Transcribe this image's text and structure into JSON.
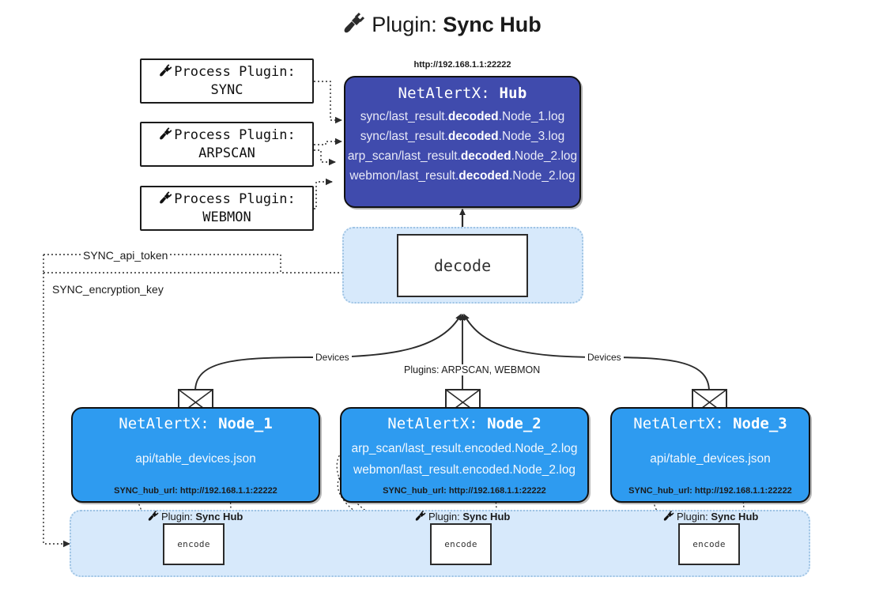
{
  "title": {
    "prefix": "Plugin: ",
    "name": "Sync Hub",
    "icon": "plug-icon"
  },
  "process_plugins": [
    {
      "label": "Process Plugin:",
      "name": "SYNC"
    },
    {
      "label": "Process Plugin:",
      "name": "ARPSCAN"
    },
    {
      "label": "Process Plugin:",
      "name": "WEBMON"
    }
  ],
  "hub": {
    "url": "http://192.168.1.1:22222",
    "header_prefix": "NetAlertX: ",
    "header_name": "Hub",
    "logs": [
      {
        "pre": "sync/last_result.",
        "mid": "decoded",
        "post": ".Node_1.log"
      },
      {
        "pre": "sync/last_result.",
        "mid": "decoded",
        "post": ".Node_3.log"
      },
      {
        "pre": "arp_scan/last_result.",
        "mid": "decoded",
        "post": ".Node_2.log"
      },
      {
        "pre": "webmon/last_result.",
        "mid": "decoded",
        "post": ".Node_2.log"
      }
    ]
  },
  "decode": {
    "label": "decode"
  },
  "settings": {
    "api_token": "SYNC_api_token",
    "encryption_key": "SYNC_encryption_key"
  },
  "edge_labels": {
    "left_devices": "Devices",
    "center_plugins": "Plugins: ARPSCAN, WEBMON",
    "right_devices": "Devices"
  },
  "nodes": [
    {
      "header_prefix": "NetAlertX: ",
      "header_name": "Node_1",
      "lines": [
        "api/table_devices.json"
      ],
      "foot": "SYNC_hub_url: http://192.168.1.1:22222",
      "plugin_caption_prefix": "Plugin: ",
      "plugin_caption_name": "Sync Hub",
      "encode_label": "encode"
    },
    {
      "header_prefix": "NetAlertX: ",
      "header_name": "Node_2",
      "lines": [
        "arp_scan/last_result.encoded.Node_2.log",
        "webmon/last_result.encoded.Node_2.log"
      ],
      "foot": "SYNC_hub_url: http://192.168.1.1:22222",
      "plugin_caption_prefix": "Plugin: ",
      "plugin_caption_name": "Sync Hub",
      "encode_label": "encode"
    },
    {
      "header_prefix": "NetAlertX: ",
      "header_name": "Node_3",
      "lines": [
        "api/table_devices.json"
      ],
      "foot": "SYNC_hub_url: http://192.168.1.1:22222",
      "plugin_caption_prefix": "Plugin: ",
      "plugin_caption_name": "Sync Hub",
      "encode_label": "encode"
    }
  ],
  "colors": {
    "hub": "#404bad",
    "node": "#2e9bf0",
    "container": "#d7e9fb",
    "stroke": "#1b1b1b"
  }
}
